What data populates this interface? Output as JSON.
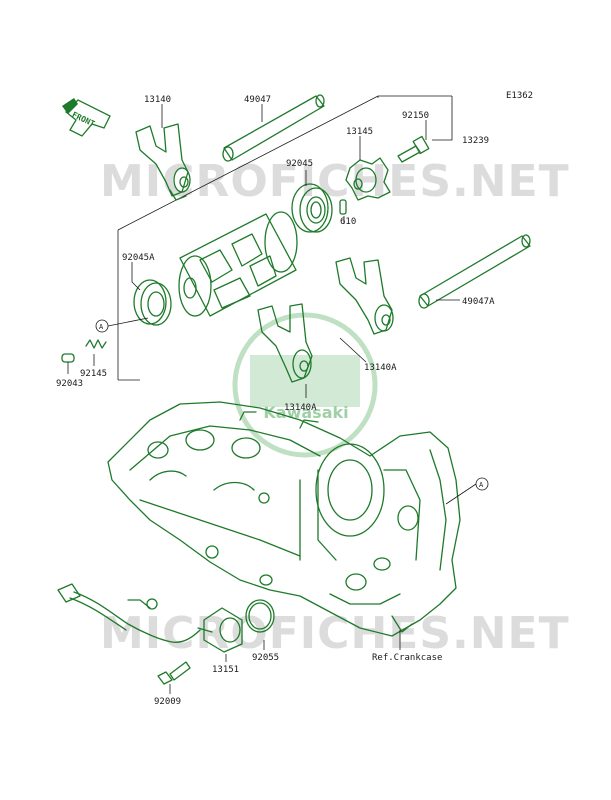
{
  "diagram_id": "E1362",
  "watermark": "MICROFICHES.NET",
  "logo_text": "Kawasaki",
  "front_arrow_text": "FRONT",
  "callout_a": "A",
  "labels": {
    "p13140": "13140",
    "p49047": "49047",
    "p13145": "13145",
    "p92150": "92150",
    "p13239": "13239",
    "p92045": "92045",
    "p610": "610",
    "p92045A": "92045A",
    "p49047A": "49047A",
    "p92145": "92145",
    "p92043": "92043",
    "p13140A_1": "13140A",
    "p13140A_2": "13140A",
    "p92055": "92055",
    "p13151": "13151",
    "p92009": "92009",
    "ref": "Ref.Crankcase"
  },
  "colors": {
    "line": "#1e7a2a",
    "text": "#1a1a1a",
    "watermark": "#dcdcdc",
    "logo": "#bfe0c3"
  }
}
